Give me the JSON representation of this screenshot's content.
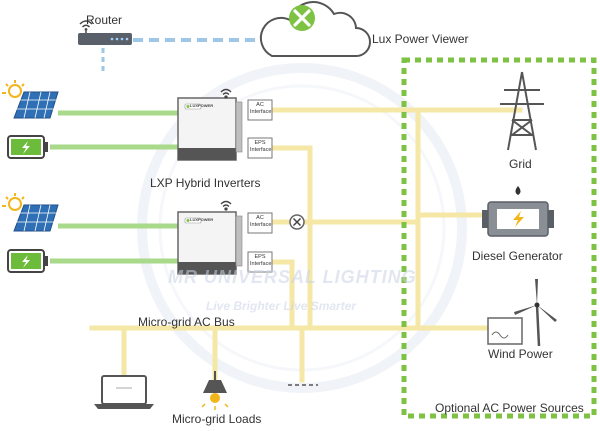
{
  "labels": {
    "router": "Router",
    "viewer": "Lux Power Viewer",
    "inverters": "LXP Hybrid Inverters",
    "bus": "Micro-grid AC Bus",
    "loads": "Micro-grid Loads",
    "grid": "Grid",
    "diesel": "Diesel Generator",
    "wind": "Wind Power",
    "optional": "Optional AC Power Sources"
  },
  "interfaces": {
    "ac": [
      "AC",
      "Interface"
    ],
    "eps": [
      "EPS",
      "Interface"
    ]
  },
  "inverter_brand": "LUXPOWER",
  "watermark": {
    "brand": "MR UNIVERSAL LIGHTING",
    "slogan": "Live Brighter Live Smarter"
  },
  "colors": {
    "ac_line": "#f5e7a6",
    "dc_line": "#a9d98a",
    "network_line": "#9cc7e6",
    "optional_border": "#7dc242",
    "battery_green": "#6dbb3a",
    "solar_blue": "#2f6fb5",
    "sun": "#f2b51b",
    "diesel_body": "#8a8f96",
    "logo_green": "#7dc242",
    "watermark": "#c9d3e6"
  },
  "icons": [
    "router-icon",
    "cloud-icon",
    "sun-icon",
    "solar-panel-icon",
    "battery-icon",
    "inverter-icon",
    "wifi-icon",
    "pylon-icon",
    "generator-icon",
    "wind-turbine-icon",
    "laptop-icon",
    "lamp-icon",
    "breaker-icon"
  ]
}
